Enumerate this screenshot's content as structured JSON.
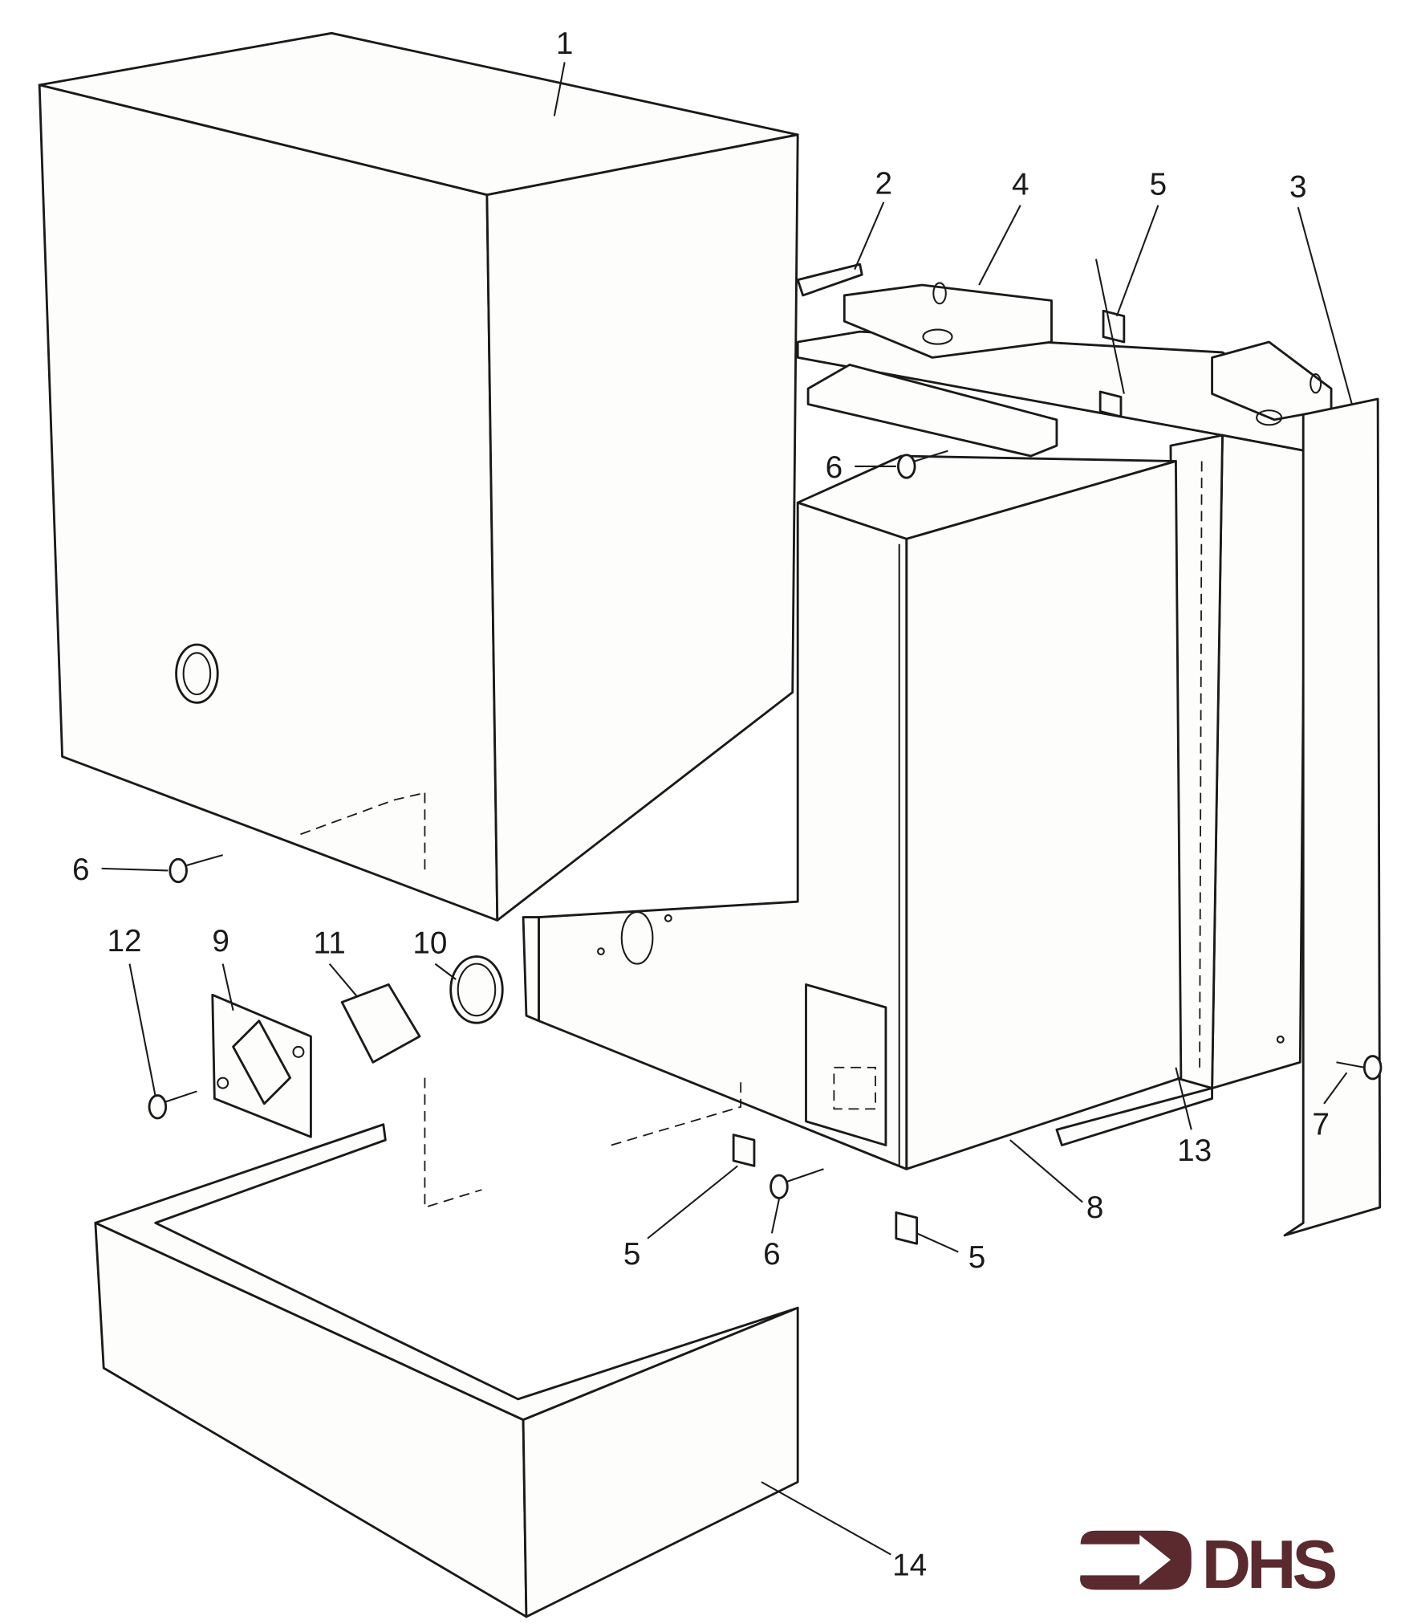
{
  "diagram": {
    "part_labels": [
      "1",
      "2",
      "3",
      "4",
      "5",
      "6",
      "7",
      "8",
      "9",
      "10",
      "11",
      "12",
      "13",
      "14"
    ],
    "callouts": {
      "c1": "1",
      "c2": "2",
      "c4": "4",
      "c5a": "5",
      "c3": "3",
      "c6a": "6",
      "c6b": "6",
      "c12": "12",
      "c9": "9",
      "c11": "11",
      "c10": "10",
      "c5b": "5",
      "c6c": "6",
      "c5c": "5",
      "c8": "8",
      "c13": "13",
      "c7": "7",
      "c14": "14"
    }
  },
  "logo": {
    "text": "DHS",
    "color": "#5a2a2e"
  }
}
